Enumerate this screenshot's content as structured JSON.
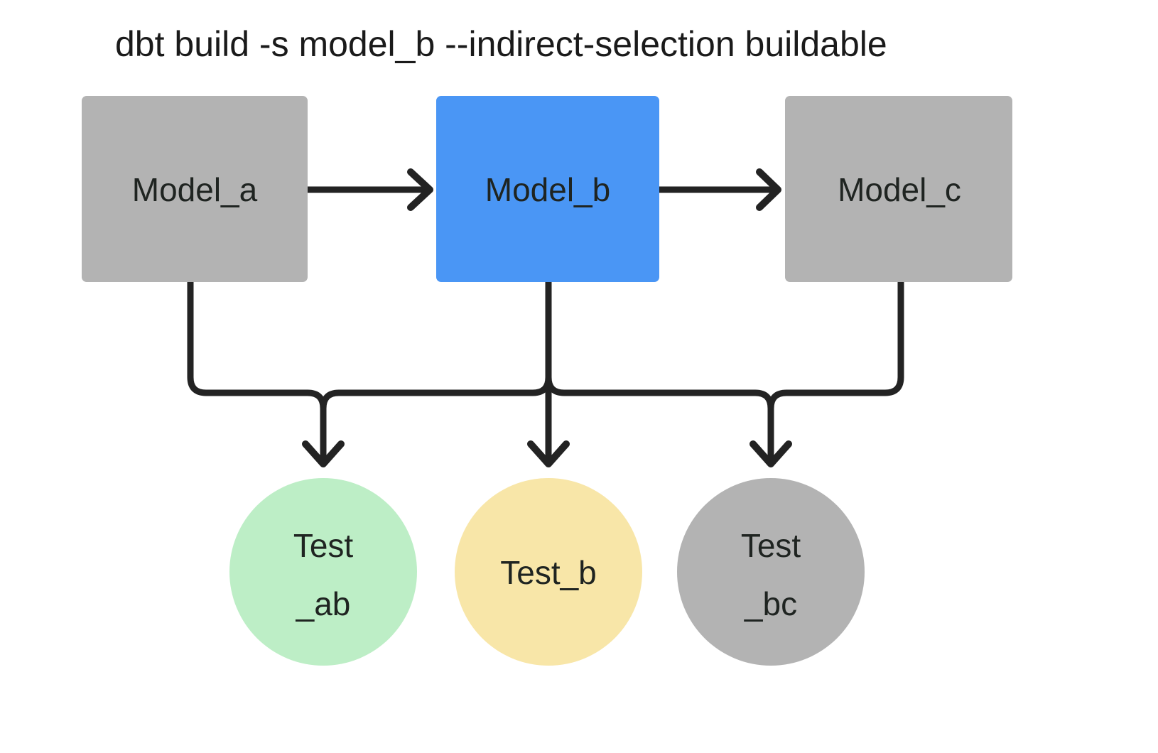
{
  "diagram": {
    "title": "dbt build -s model_b --indirect-selection buildable",
    "background_color": "#ffffff",
    "edge_color": "#232323",
    "models": [
      {
        "id": "model_a",
        "label": "Model_a",
        "shape": "rectangle",
        "fill": "#b3b3b3",
        "text_color": "#1f2421",
        "selected": false
      },
      {
        "id": "model_b",
        "label": "Model_b",
        "shape": "rectangle",
        "fill": "#4a96f5",
        "text_color": "#ffffff",
        "selected": true
      },
      {
        "id": "model_c",
        "label": "Model_c",
        "shape": "rectangle",
        "fill": "#b3b3b3",
        "text_color": "#1f2421",
        "selected": false
      }
    ],
    "tests": [
      {
        "id": "test_ab",
        "label_line1": "Test",
        "label_line2": "_ab",
        "shape": "circle",
        "fill": "#bdeec6",
        "text_color": "#1f2a21",
        "status": "included"
      },
      {
        "id": "test_b",
        "label_line1": "Test_b",
        "label_line2": "",
        "shape": "circle",
        "fill": "#f8e6a8",
        "text_color": "#2a2418",
        "status": "included"
      },
      {
        "id": "test_bc",
        "label_line1": "Test",
        "label_line2": "_bc",
        "shape": "circle",
        "fill": "#b3b3b3",
        "text_color": "#1f2421",
        "status": "excluded"
      }
    ],
    "edges": [
      {
        "from": "model_a",
        "to": "model_b",
        "kind": "horizontal"
      },
      {
        "from": "model_b",
        "to": "model_c",
        "kind": "horizontal"
      },
      {
        "from": "model_a",
        "to": "test_ab",
        "kind": "elbow"
      },
      {
        "from": "model_b",
        "to": "test_ab",
        "kind": "elbow"
      },
      {
        "from": "model_b",
        "to": "test_b",
        "kind": "straight"
      },
      {
        "from": "model_b",
        "to": "test_bc",
        "kind": "elbow"
      },
      {
        "from": "model_c",
        "to": "test_bc",
        "kind": "elbow"
      }
    ]
  }
}
